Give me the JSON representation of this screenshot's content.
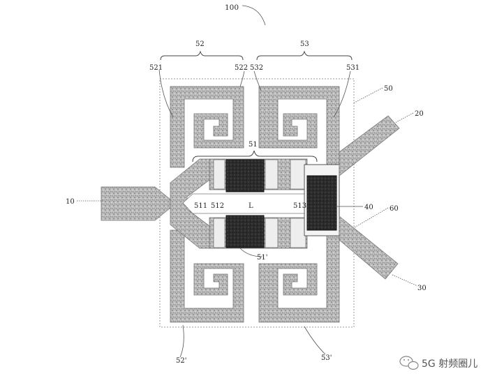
{
  "figure": {
    "ref_main": "100",
    "labels": {
      "l52": "52",
      "l53": "53",
      "l521": "521",
      "l522": "522",
      "l532": "532",
      "l531": "531",
      "l50": "50",
      "l20": "20",
      "l51": "51",
      "l10": "10",
      "l511": "511",
      "l512": "512",
      "lL": "L",
      "l513": "513",
      "l40": "40",
      "l60": "60",
      "l51p": "51'",
      "l30": "30",
      "l52p": "52'",
      "l53p": "53'"
    }
  },
  "watermark": {
    "icon": "wechat-icon",
    "text": "5G 射频圈儿"
  }
}
